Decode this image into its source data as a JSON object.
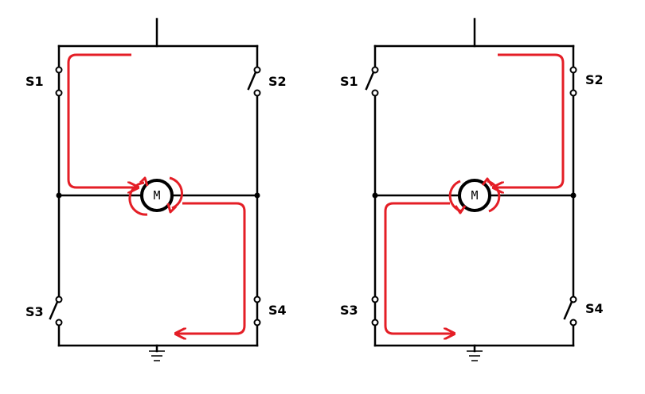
{
  "circuits": [
    {
      "switches": {
        "s1": "S1",
        "s2": "S2",
        "s3": "S3",
        "s4": "S4"
      },
      "motor": "M",
      "closed": [
        "S1",
        "S4"
      ],
      "open": [
        "S2",
        "S3"
      ],
      "current_color": "#e41e26"
    },
    {
      "switches": {
        "s1": "S1",
        "s2": "S2",
        "s3": "S3",
        "s4": "S4"
      },
      "motor": "M",
      "closed": [
        "S2",
        "S3"
      ],
      "open": [
        "S1",
        "S4"
      ],
      "current_color": "#e41e26"
    }
  ]
}
